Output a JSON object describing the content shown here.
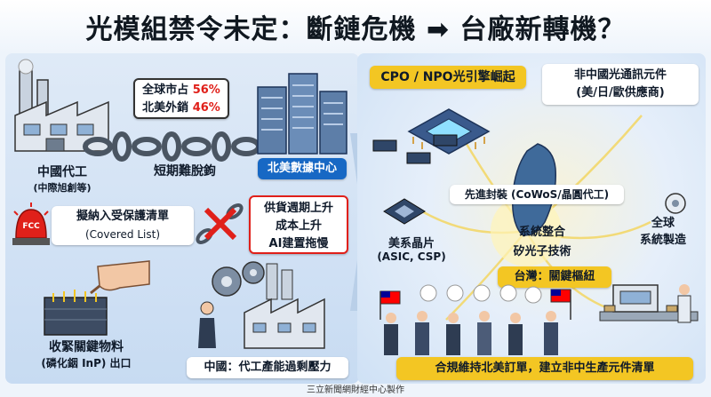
{
  "title": "光模組禁令未定：斷鏈危機 ➡ 台廠新轉機？",
  "left": {
    "market_share": {
      "global_label": "全球市占",
      "global_value": "56%",
      "na_label": "北美外銷",
      "na_value": "46%"
    },
    "china_oem": {
      "title": "中國代工",
      "subtitle": "(中際旭創等)"
    },
    "chain_caption": "短期難脫鉤",
    "na_datacenter": "北美數據中心",
    "covered_list": {
      "title": "擬納入受保護清單",
      "subtitle": "(Covered List)",
      "badge": "FCC"
    },
    "impacts": [
      "供貨週期上升",
      "成本上升",
      "AI建置拖慢"
    ],
    "tighten": {
      "title": "收緊關鍵物料",
      "subtitle": "(磷化銦 InP) 出口"
    },
    "china_pressure": "中國：代工產能過剩壓力"
  },
  "right": {
    "cpo": "CPO / NPO光引擎崛起",
    "non_china": {
      "title": "非中國光通訊元件",
      "subtitle": "(美/日/歐供應商)"
    },
    "packaging": "先進封裝 (CoWoS/晶圓代工)",
    "integration": "系統整合",
    "silicon_photonics": "矽光子技術",
    "us_chips": {
      "title": "美系晶片",
      "subtitle": "(ASIC, CSP)"
    },
    "global_mfg": {
      "title": "全球",
      "subtitle": "系統製造"
    },
    "taiwan_hub": "台灣：關鍵樞紐",
    "bottom_banner": "合規維持北美訂單，建立非中生產元件清單"
  },
  "footer": "三立新聞網財經中心製作",
  "colors": {
    "accent_red": "#e0201a",
    "accent_blue": "#1768c4",
    "gold": "#f3c623",
    "navy": "#0f1a2a"
  }
}
